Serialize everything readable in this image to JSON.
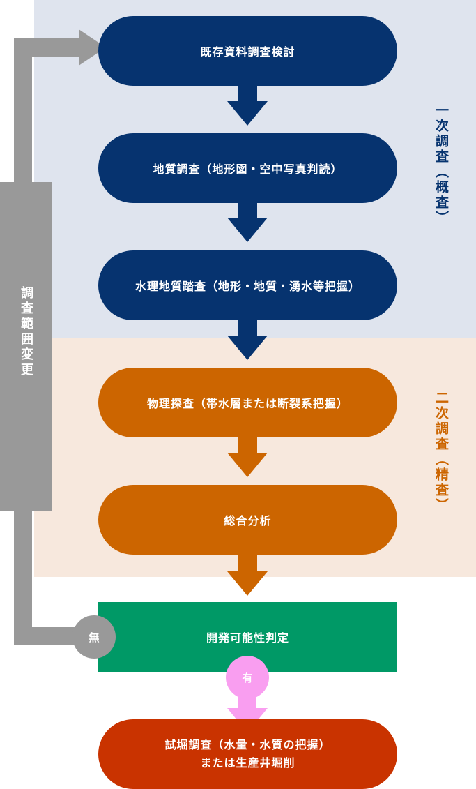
{
  "phase1": {
    "label": "一次調査（概査）"
  },
  "phase2": {
    "label": "二次調査（精査）"
  },
  "steps": [
    {
      "label": "既存資料調査検討"
    },
    {
      "label": "地質調査（地形図・空中写真判読）"
    },
    {
      "label": "水理地質踏査（地形・地質・湧水等把握）"
    },
    {
      "label": "物理探査（帯水層または断裂系把握）"
    },
    {
      "label": "総合分析"
    }
  ],
  "decision": {
    "label": "開発可能性判定",
    "no_label": "無",
    "yes_label": "有"
  },
  "final": {
    "line1": "試堀調査（水量・水質の把握）",
    "line2": "または生産井堀削"
  },
  "loop": {
    "label": "調査範囲変更"
  },
  "colors": {
    "navy": "#06336f",
    "orange": "#cc6500",
    "green": "#009966",
    "red": "#c93300",
    "gray": "#999999",
    "pink": "#f99ef0",
    "band_blue": "#dfe4ee",
    "band_peach": "#f7e8dd"
  }
}
